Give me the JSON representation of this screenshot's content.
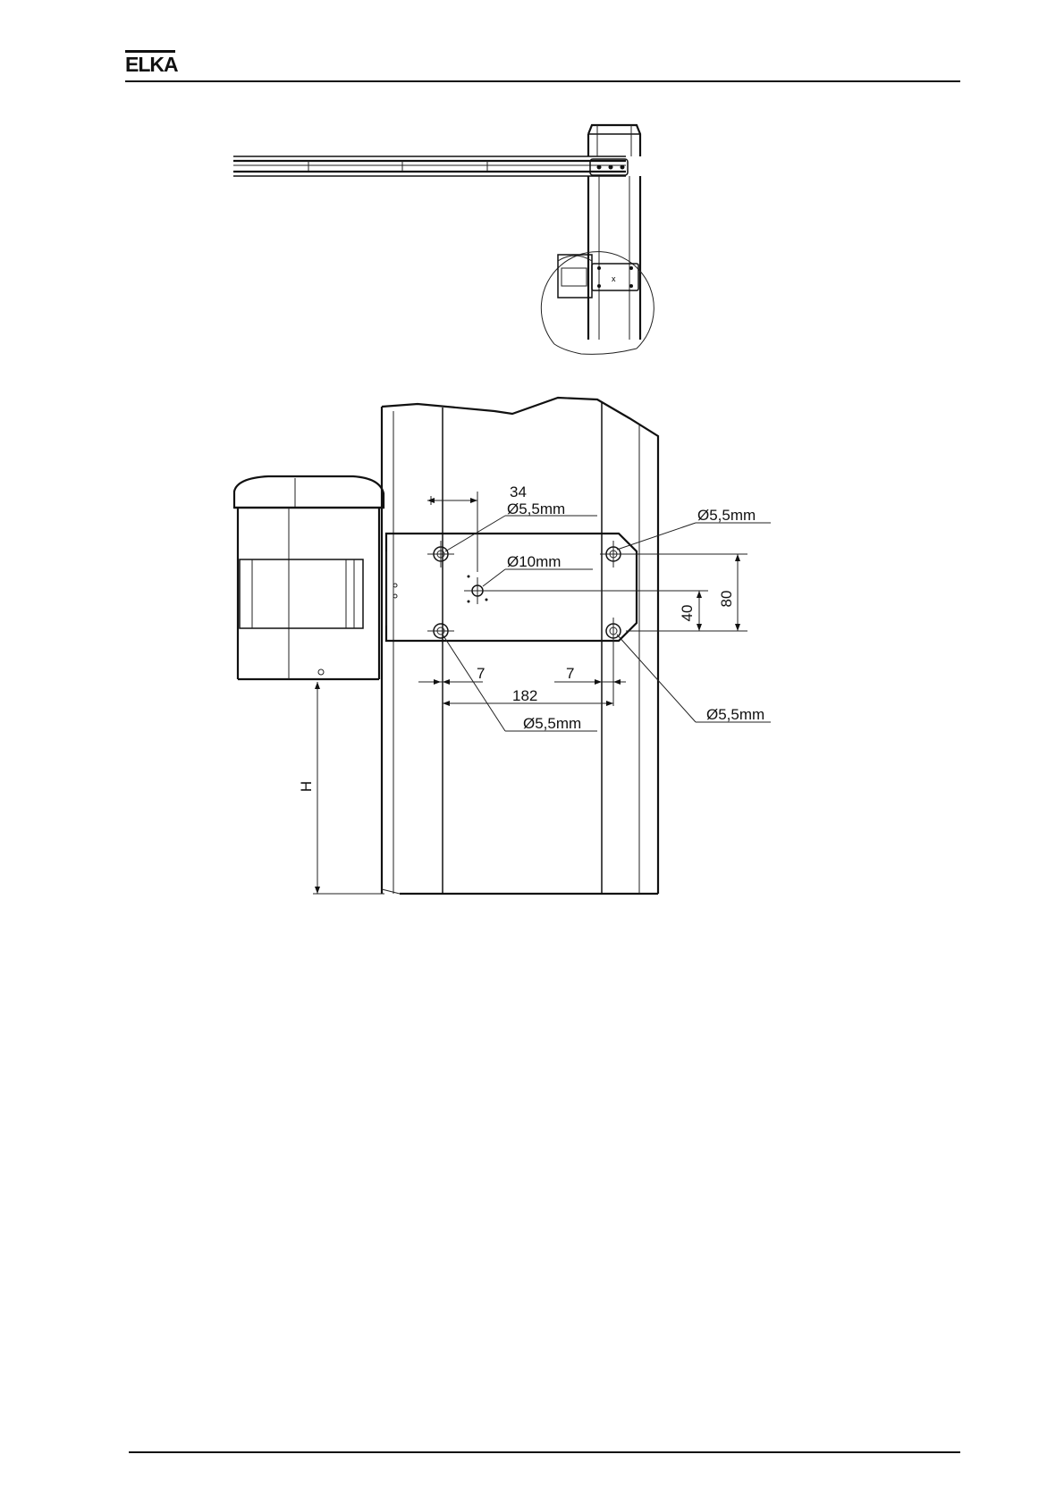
{
  "header": {
    "brand": "ELKA"
  },
  "drawing": {
    "labels": {
      "dim_34": "34",
      "hole_top_left": "Ø5,5mm",
      "hole_top_right": "Ø5,5mm",
      "hole_center": "Ø10mm",
      "dim_80": "80",
      "dim_40": "40",
      "dim_7_left": "7",
      "dim_7_right": "7",
      "dim_182": "182",
      "hole_bottom_left": "Ø5,5mm",
      "hole_bottom_right": "Ø5,5mm",
      "dim_H": "H"
    }
  }
}
